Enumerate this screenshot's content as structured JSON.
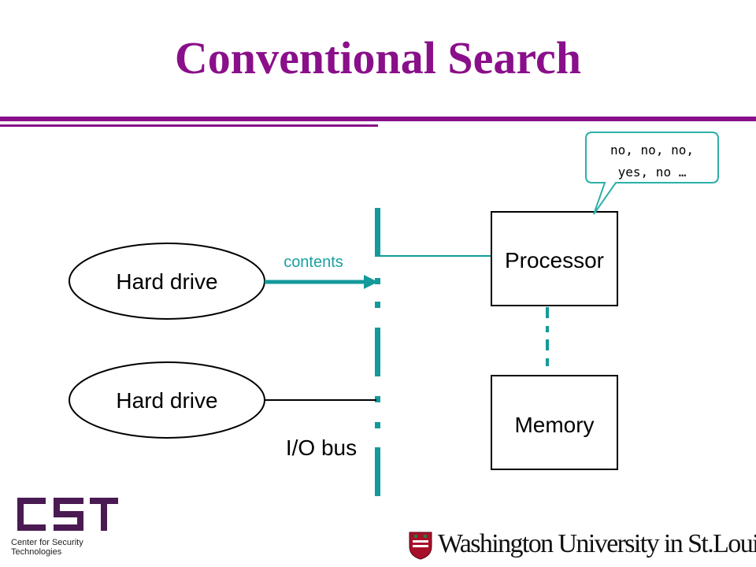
{
  "title": "Conventional Search",
  "colors": {
    "title": "#8a0f8a",
    "rule": "#8a0f8a",
    "bus": "#139a9a",
    "bubble_border": "#2bb0a8"
  },
  "diagram": {
    "hard_drive_top": "Hard drive",
    "hard_drive_bottom": "Hard drive",
    "contents_label": "contents",
    "io_bus_label": "I/O bus",
    "processor": "Processor",
    "memory": "Memory",
    "speech_bubble": {
      "line1": "no, no, no,",
      "line2": "yes, no …"
    }
  },
  "footer": {
    "cst_logo_text": "CST",
    "cst_caption_line1": "Center for Security",
    "cst_caption_line2": "Technologies",
    "university": "Washington University in St.Louis",
    "university_seal_icon": "shield-icon"
  }
}
